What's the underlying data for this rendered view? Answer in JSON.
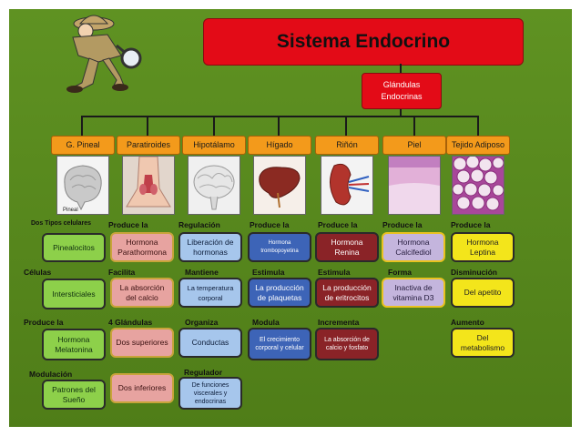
{
  "title": "Sistema Endocrino",
  "root": {
    "line1": "Glándulas",
    "line2": "Endocrinas"
  },
  "categories": [
    "G. Pineal",
    "Paratiroides",
    "Hipotálamo",
    "Hígado",
    "Riñón",
    "Piel",
    "Tejido Adiposo"
  ],
  "images": [
    "brain-image",
    "neck-image",
    "brain-model-image",
    "liver-image",
    "kidney-image",
    "skin-image",
    "adipose-tissue-image"
  ],
  "image_caption": "Pineal",
  "pineal": {
    "l1": "Dos Tipos celulares",
    "b1": "Pinealocitos",
    "l2": "Células",
    "b2": "Intersticiales",
    "l3": "Produce la",
    "b3": "Hormona Melatonina",
    "l4": "Modulación",
    "b4": "Patrones del Sueño"
  },
  "paratiroides": {
    "l1": "Produce la",
    "b1": "Hormona Parathormona",
    "l2": "Facilita",
    "b2": "La absorción del calcio",
    "l3": "4 Glándulas",
    "b3": "Dos superiores",
    "b4": "Dos inferiores"
  },
  "hipotalamo": {
    "l1": "Regulación",
    "b1": "Liberación de hormonas",
    "l2": "Mantiene",
    "b2": "La temperatura corporal",
    "l3": "Organiza",
    "b3": "Conductas",
    "l4": "Regulador",
    "b4": "De funciones viscerales y endocrinas"
  },
  "higado": {
    "l1": "Produce la",
    "b1": "Hormona trombopoyetina",
    "l2": "Estimula",
    "b2": "La producción de plaquetas",
    "l3": "Modula",
    "b3": "El crecimiento corporal y celular"
  },
  "rinon": {
    "l1": "Produce la",
    "b1": "Hormona Renina",
    "l2": "Estimula",
    "b2": "La producción de eritrocitos",
    "l3": "Incrementa",
    "b3": "La absorción de calcio y fosfato"
  },
  "piel": {
    "l1": "Produce la",
    "b1": "Hormona Calcifediol",
    "l2": "Forma",
    "b2": "Inactiva de vitamina D3"
  },
  "adiposo": {
    "l1": "Produce la",
    "b1": "Hormona Leptina",
    "l2": "Disminución",
    "b2": "Del apetito",
    "l3": "Aumento",
    "b3": "Del metabolismo"
  },
  "colors": {
    "background": "#5b8c1f",
    "title": "#e30b17",
    "category": "#f39a1b",
    "pineal": "#8dd04a",
    "paratiroides": "#e7a3a0",
    "hipotalamo": "#a6c6ec",
    "higado": "#3d64b7",
    "rinon": "#8a2327",
    "piel": "#c4b5dd",
    "adiposo": "#f3e51b"
  }
}
